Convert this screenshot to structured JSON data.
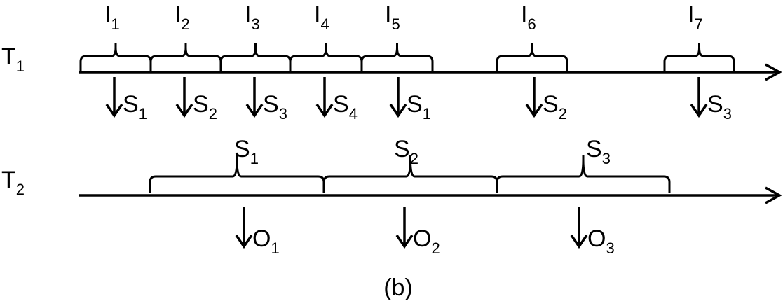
{
  "timeline1": {
    "label": {
      "main": "T",
      "sub": "1"
    },
    "intervals": [
      {
        "main": "I",
        "sub": "1",
        "out_main": "S",
        "out_sub": "1"
      },
      {
        "main": "I",
        "sub": "2",
        "out_main": "S",
        "out_sub": "2"
      },
      {
        "main": "I",
        "sub": "3",
        "out_main": "S",
        "out_sub": "3"
      },
      {
        "main": "I",
        "sub": "4",
        "out_main": "S",
        "out_sub": "4"
      },
      {
        "main": "I",
        "sub": "5",
        "out_main": "S",
        "out_sub": "1"
      },
      {
        "main": "I",
        "sub": "6",
        "out_main": "S",
        "out_sub": "2"
      },
      {
        "main": "I",
        "sub": "7",
        "out_main": "S",
        "out_sub": "3"
      }
    ]
  },
  "timeline2": {
    "label": {
      "main": "T",
      "sub": "2"
    },
    "intervals": [
      {
        "main": "S",
        "sub": "1",
        "out_main": "O",
        "out_sub": "1"
      },
      {
        "main": "S",
        "sub": "2",
        "out_main": "O",
        "out_sub": "2"
      },
      {
        "main": "S",
        "sub": "3",
        "out_main": "O",
        "out_sub": "3"
      }
    ]
  },
  "caption": "(b)"
}
